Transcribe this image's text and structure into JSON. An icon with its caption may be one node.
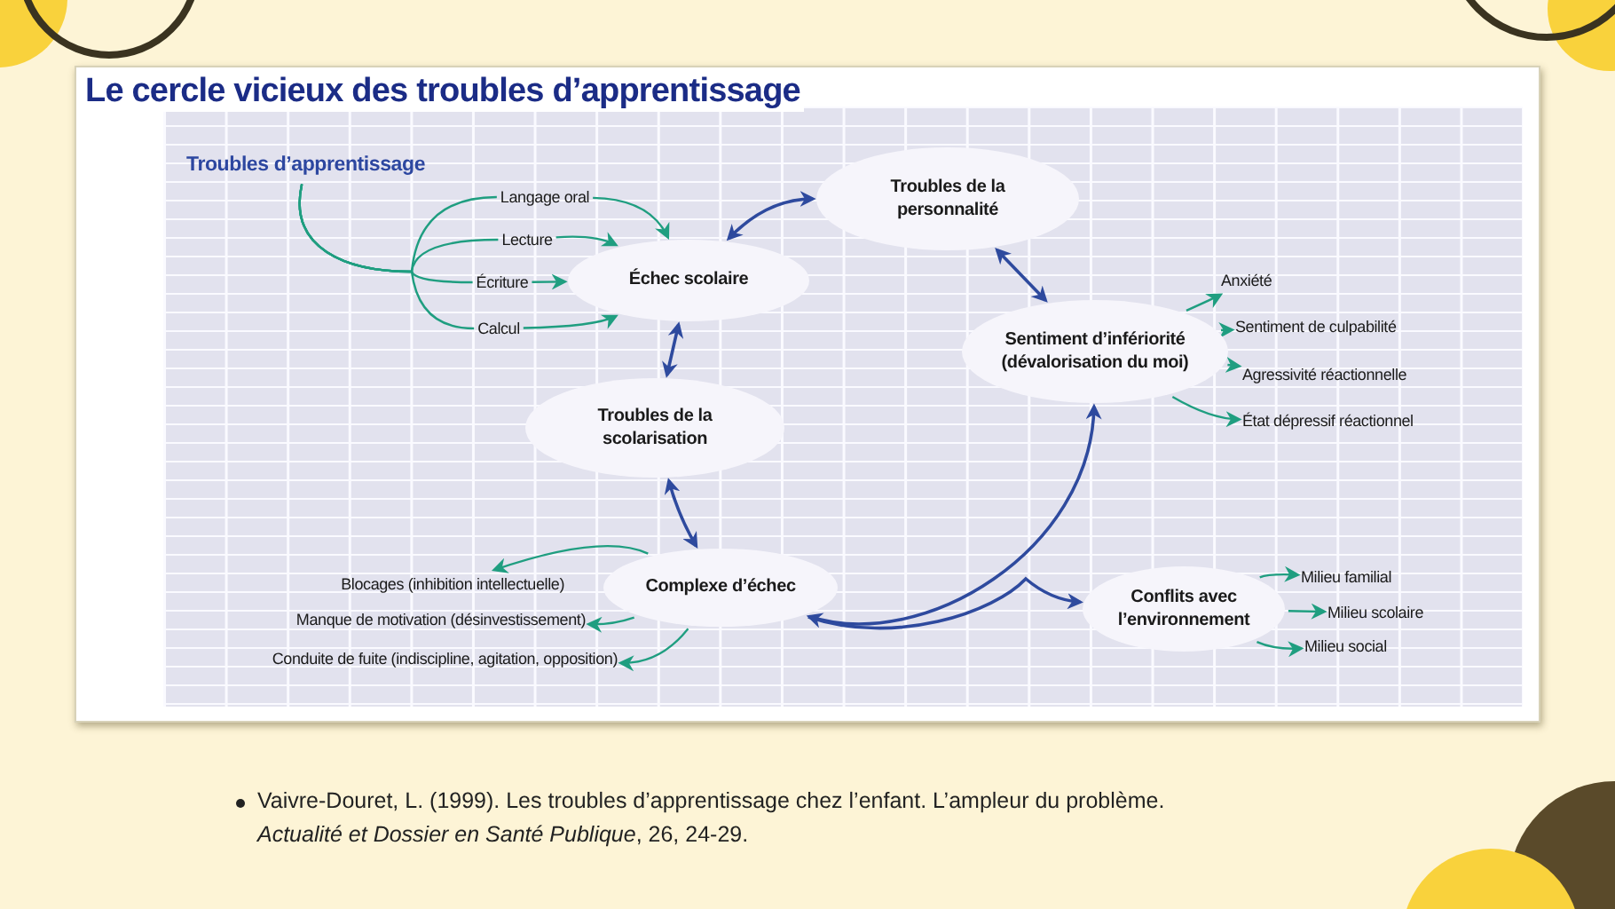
{
  "diagram": {
    "title": "Le cercle vicieux des troubles d’apprentissage",
    "nodes": [
      {
        "text": [
          "Troubles d’apprentissage"
        ]
      },
      {
        "text": [
          "Langage oral"
        ]
      },
      {
        "text": [
          "Lecture"
        ]
      },
      {
        "text": [
          "Écriture"
        ]
      },
      {
        "text": [
          "Calcul"
        ]
      },
      {
        "text": [
          "Échec scolaire"
        ]
      },
      {
        "text": [
          "Troubles de la personnalité"
        ]
      },
      {
        "text": [
          "Sentiment d’infériorité (dévalorisation du moi)"
        ]
      },
      {
        "text": [
          "Anxiété"
        ]
      },
      {
        "text": [
          "Sentiment de culpabilité"
        ]
      },
      {
        "text": [
          "Agressivité réactionnelle"
        ]
      },
      {
        "text": [
          "État dépressif réactionnel"
        ]
      },
      {
        "text": [
          "Troubles de la scolarisation"
        ]
      },
      {
        "text": [
          "Complexe d’échec"
        ]
      },
      {
        "text": [
          "Blocages (inhibition intellectuelle)"
        ]
      },
      {
        "text": [
          "Manque de motivation (désinvestissement)"
        ]
      },
      {
        "text": [
          "Conduite de fuite (indiscipline, agitation, opposition)"
        ]
      },
      {
        "text": [
          "Conflits avec l’environnement"
        ]
      },
      {
        "text": [
          "Milieu familial"
        ]
      },
      {
        "text": [
          "Milieu scolaire"
        ]
      },
      {
        "text": [
          "Milieu social"
        ]
      }
    ],
    "edges": [
      {
        "from": 0,
        "to": 1,
        "arrow": "none"
      },
      {
        "from": 0,
        "to": 2,
        "arrow": "none"
      },
      {
        "from": 0,
        "to": 3,
        "arrow": "none"
      },
      {
        "from": 0,
        "to": 4,
        "arrow": "none"
      },
      {
        "from": 1,
        "to": 5,
        "arrow": "to"
      },
      {
        "from": 2,
        "to": 5,
        "arrow": "to"
      },
      {
        "from": 3,
        "to": 5,
        "arrow": "to"
      },
      {
        "from": 4,
        "to": 5,
        "arrow": "to"
      },
      {
        "from": 5,
        "to": 6,
        "arrow": "both",
        "color": "#2e4a9e"
      },
      {
        "from": 6,
        "to": 7,
        "arrow": "both",
        "color": "#2e4a9e"
      },
      {
        "from": 5,
        "to": 12,
        "arrow": "both",
        "color": "#2e4a9e"
      },
      {
        "from": 12,
        "to": 13,
        "arrow": "both",
        "color": "#2e4a9e"
      },
      {
        "from": 13,
        "to": 7,
        "arrow": "both",
        "color": "#2e4a9e"
      },
      {
        "from": 13,
        "to": 17,
        "arrow": "to",
        "color": "#2e4a9e"
      },
      {
        "from": 7,
        "to": 8,
        "arrow": "to"
      },
      {
        "from": 7,
        "to": 9,
        "arrow": "to"
      },
      {
        "from": 7,
        "to": 10,
        "arrow": "to"
      },
      {
        "from": 7,
        "to": 11,
        "arrow": "to"
      },
      {
        "from": 13,
        "to": 14,
        "arrow": "to"
      },
      {
        "from": 13,
        "to": 15,
        "arrow": "to"
      },
      {
        "from": 13,
        "to": 16,
        "arrow": "to"
      },
      {
        "from": 17,
        "to": 18,
        "arrow": "to"
      },
      {
        "from": 17,
        "to": 19,
        "arrow": "to"
      },
      {
        "from": 17,
        "to": 20,
        "arrow": "to"
      }
    ],
    "labels": [
      "Vaivre-Douret, L. (1999). Les troubles d’apprentissage chez l’enfant. L’ampleur du problème. *Actualité et Dossier en Santé Publique*, 26, 24-29."
    ]
  }
}
